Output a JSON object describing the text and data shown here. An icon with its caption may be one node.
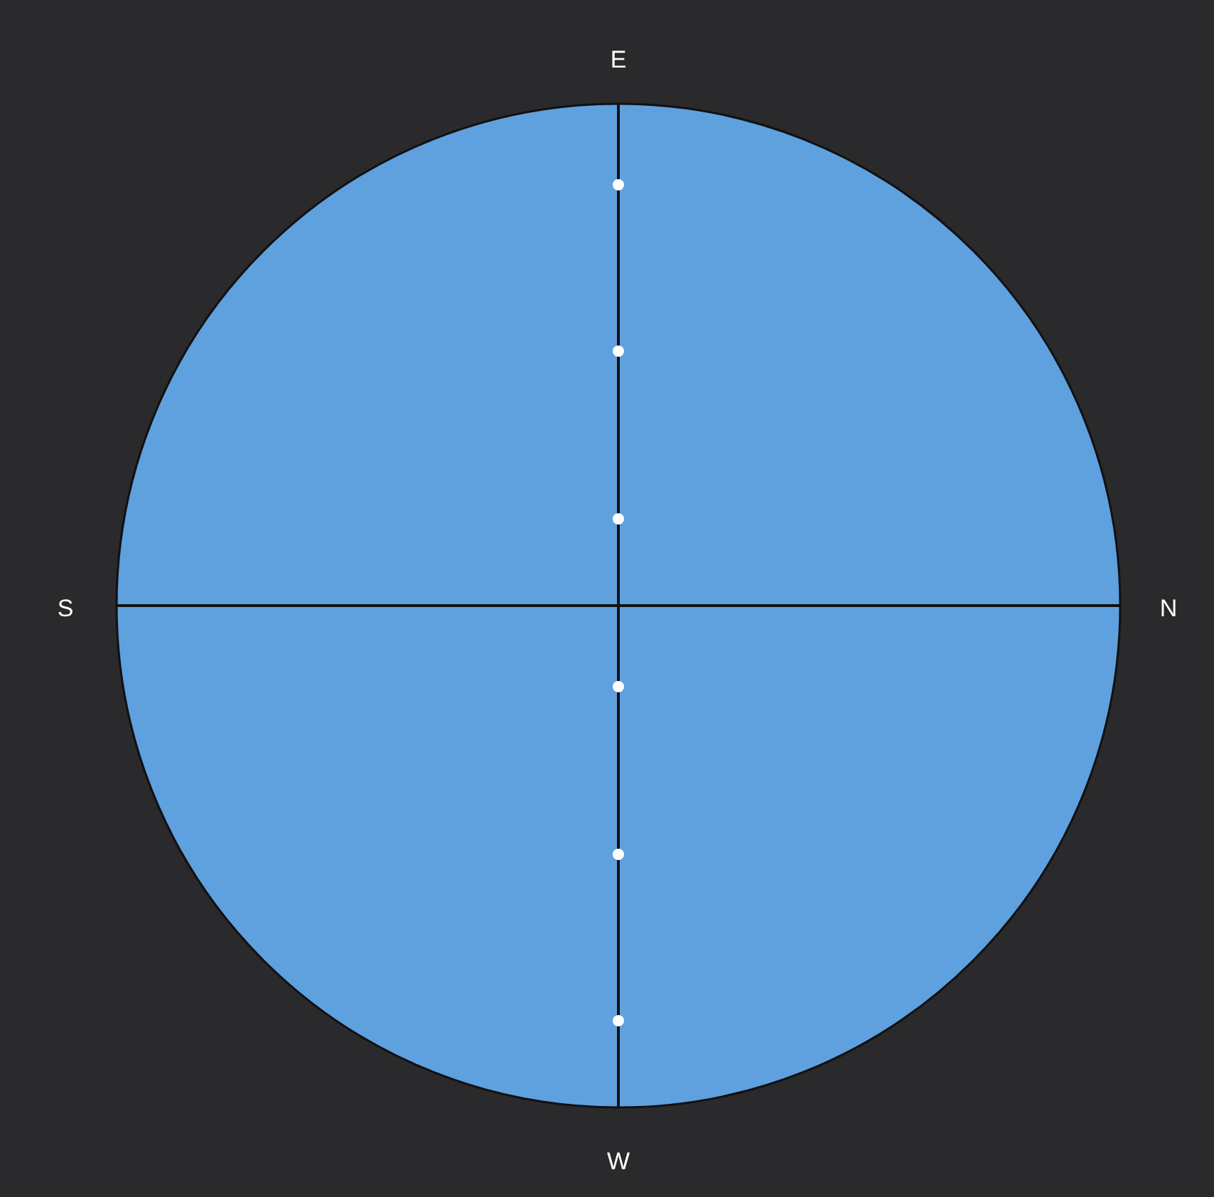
{
  "diagram": {
    "labels": [
      "E",
      "S",
      "N",
      "W"
    ]
  }
}
